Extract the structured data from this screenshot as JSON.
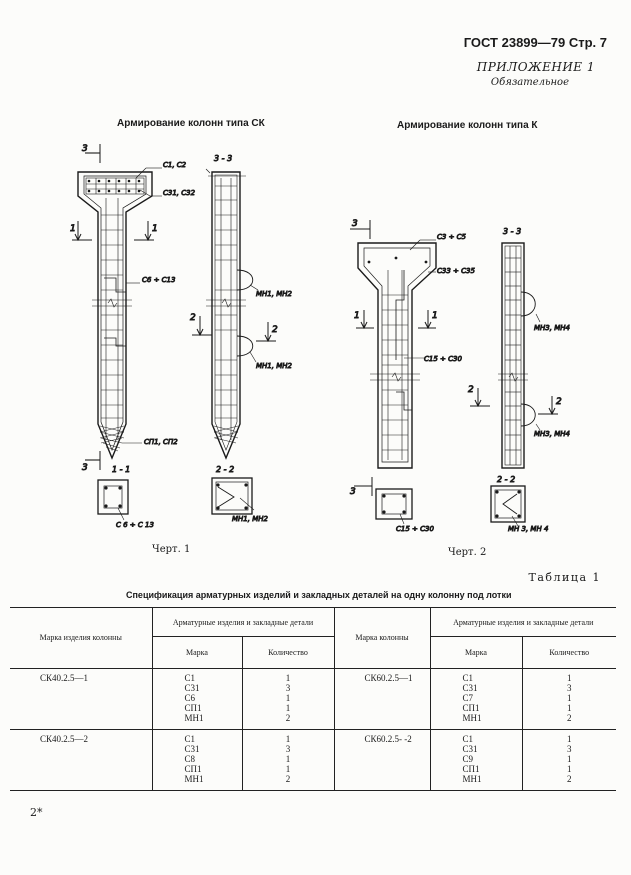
{
  "header": {
    "gost": "ГОСТ 23899—79 Стр. 7",
    "appendix": "ПРИЛОЖЕНИЕ 1",
    "appendix_note": "Обязательное"
  },
  "figure1": {
    "title": "Армирование колонн типа СК",
    "caption": "Черт. 1",
    "labels": {
      "c1c2": "С1, С2",
      "c31c32": "С31, С32",
      "c6c13": "С6 ÷ С13",
      "mn1": "МН1, МН2",
      "mn1b": "МН1, МН2",
      "sp": "СП1, СП2",
      "sec": "3 - 3",
      "sec11": "1 - 1",
      "sec22": "2 - 2",
      "c6c13b": "С 6 ÷ С 13",
      "mn1c": "МН1, МН2",
      "m3": "3",
      "m1": "1",
      "m2": "2"
    }
  },
  "figure2": {
    "title": "Армирование колонн типа К",
    "caption": "Черт. 2",
    "labels": {
      "c3c5": "С3 ÷ С5",
      "c33": "С33 ÷ С35",
      "c15": "С15 ÷ С30",
      "mn3": "МН3, МН4",
      "mn3b": "МН3, МН4",
      "sec": "3 - 3",
      "sec22": "2 - 2",
      "c15b": "С15 ÷ С30",
      "mn3c": "МН 3, МН 4",
      "m3": "3",
      "m1": "1",
      "m2": "2"
    }
  },
  "table": {
    "label": "Таблица 1",
    "title": "Спецификация арматурных изделий и закладных деталей на одну колонну под лотки",
    "headers": {
      "col_mark": "Марка изделия колонны",
      "group": "Арматурные изделия и закладные детали",
      "mark": "Марка",
      "qty": "Количество",
      "col_mark2": "Марка колонны",
      "group2": "Арматурные изделия и закладные детали",
      "mark2": "Марка",
      "qty2": "Количество"
    },
    "rows": [
      {
        "left_col": "СК40.2.5—1",
        "left_marks": [
          "С1",
          "С31",
          "С6",
          "СП1",
          "МН1"
        ],
        "left_qty": [
          "1",
          "3",
          "1",
          "1",
          "2"
        ],
        "right_col": "СК60.2.5—1",
        "right_marks": [
          "С1",
          "С31",
          "С7",
          "СП1",
          "МН1"
        ],
        "right_qty": [
          "1",
          "3",
          "1",
          "1",
          "2"
        ]
      },
      {
        "left_col": "СК40.2.5—2",
        "left_marks": [
          "С1",
          "С31",
          "С8",
          "СП1",
          "МН1"
        ],
        "left_qty": [
          "1",
          "3",
          "1",
          "1",
          "2"
        ],
        "right_col": "СК60.2.5- -2",
        "right_marks": [
          "С1",
          "С31",
          "С9",
          "СП1",
          "МН1"
        ],
        "right_qty": [
          "1",
          "3",
          "1",
          "1",
          "2"
        ]
      }
    ]
  },
  "footer": {
    "page_mark": "2*"
  }
}
